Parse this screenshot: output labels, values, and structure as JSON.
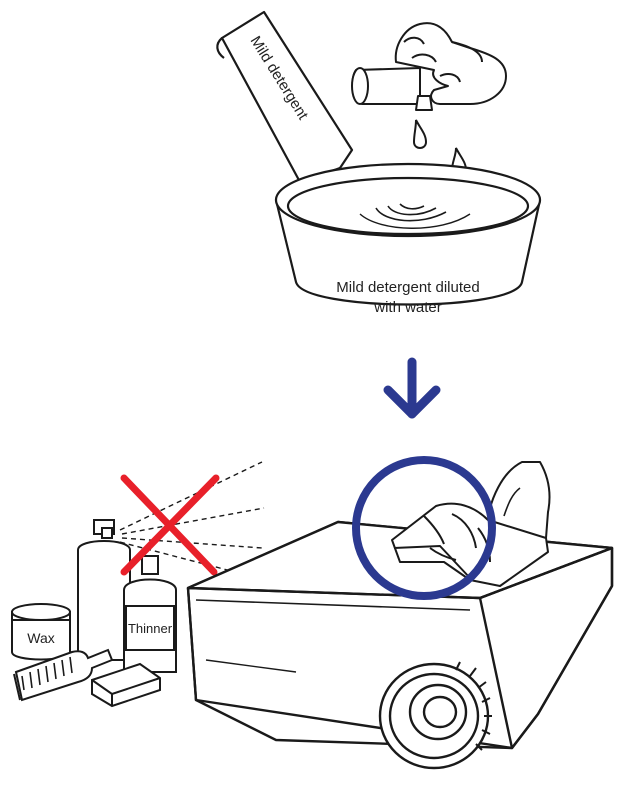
{
  "labels": {
    "detergent_bottle": "Mild detergent",
    "basin_line1": "Mild detergent diluted",
    "basin_line2": "with water",
    "wax": "Wax",
    "thinner": "Thinner"
  },
  "colors": {
    "line": "#1a1a1a",
    "arrow": "#2b3990",
    "circle": "#2b3990",
    "cross": "#e8202a",
    "background": "#ffffff"
  },
  "icons": {
    "down_arrow": "down-arrow-icon",
    "prohibited": "cross-icon",
    "highlight": "circle-highlight"
  }
}
